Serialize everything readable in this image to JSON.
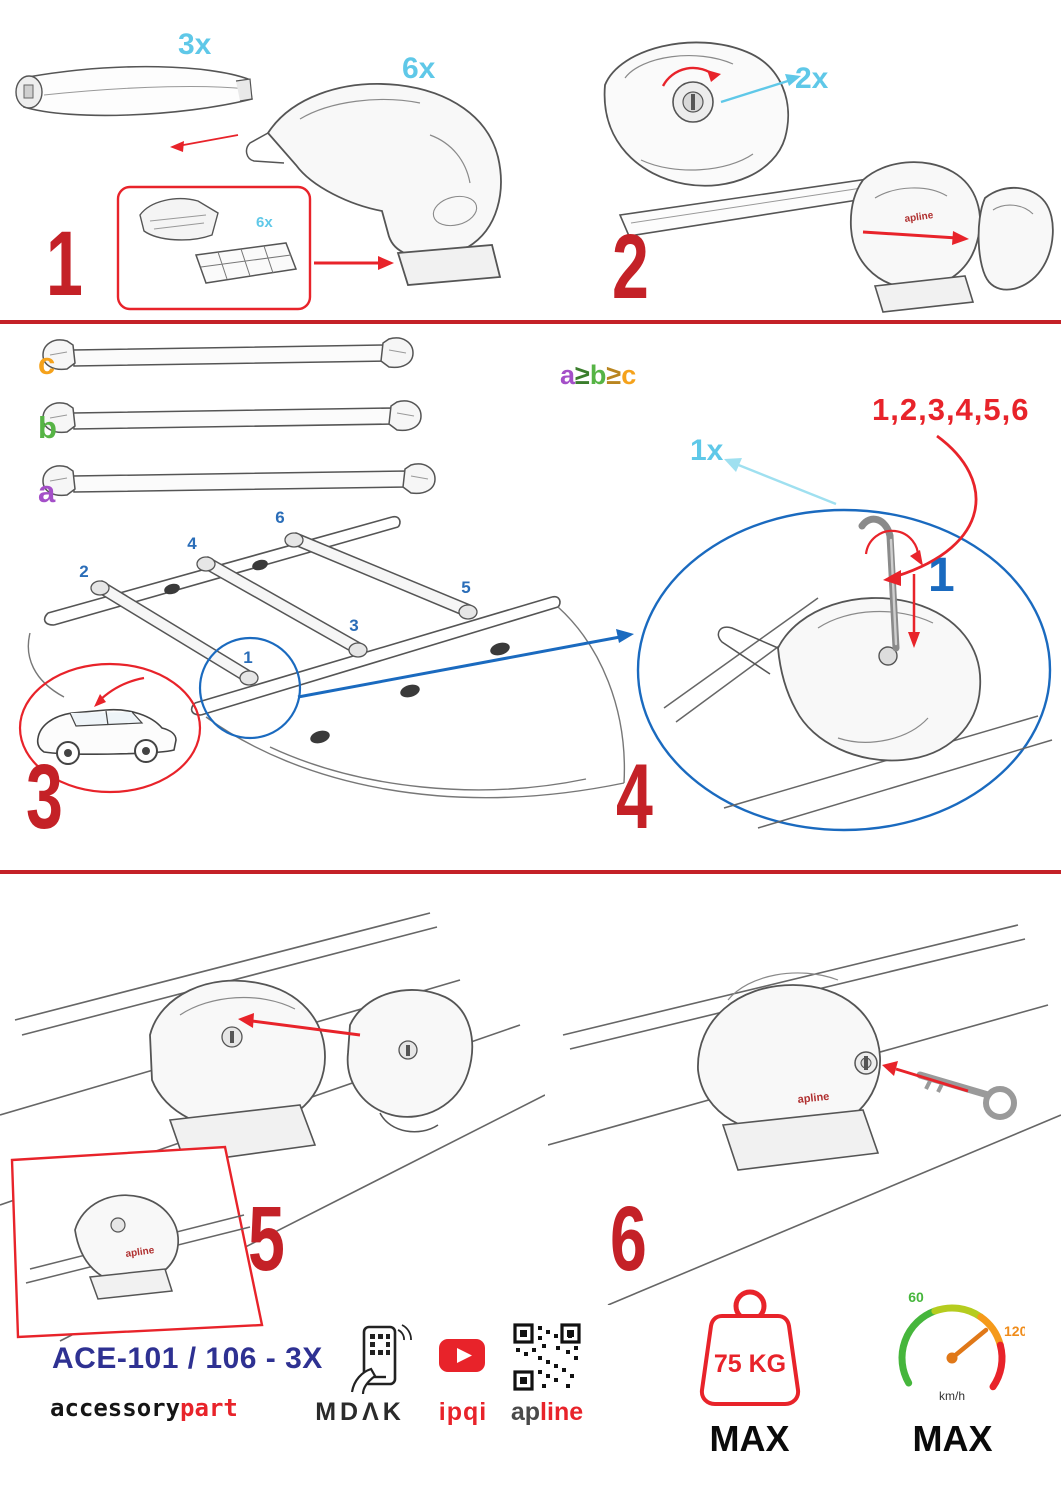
{
  "colors": {
    "red": "#c42127",
    "bright_red": "#e8232a",
    "cyan": "#5fc8e8",
    "blue": "#1a6abf",
    "purple": "#a44fc8",
    "green": "#56b445",
    "orange": "#f5a21b",
    "navy": "#2e3192"
  },
  "step1": {
    "number": "1",
    "qty_bar": "3x",
    "qty_foot": "6x",
    "qty_pad": "6x"
  },
  "step2": {
    "number": "2",
    "qty_lock": "2x"
  },
  "step3": {
    "number": "3",
    "bar_labels": {
      "c": "c",
      "b": "b",
      "a": "a"
    },
    "rule": {
      "a": "a",
      "ge1": "≥",
      "b": "b",
      "ge2": "≥",
      "c": "c"
    },
    "positions": [
      "1",
      "2",
      "3",
      "4",
      "5",
      "6"
    ]
  },
  "step4": {
    "number": "4",
    "qty_key": "1x",
    "sequence": "1,2,3,4,5,6",
    "first": "1"
  },
  "step5": {
    "number": "5"
  },
  "step6": {
    "number": "6"
  },
  "brand": {
    "foot_logo": "apline"
  },
  "footer": {
    "part_number": "ACE-101 / 106 - 3X",
    "brand_black": "accessory",
    "brand_red": "part",
    "mdak": "MDΛK",
    "ipqi": "ipqi",
    "apline_ap": "ap",
    "apline_line": "line",
    "weight_value": "75 KG",
    "weight_max": "MAX",
    "speed_low": "60",
    "speed_high": "120",
    "speed_unit": "km/h",
    "speed_max": "MAX"
  }
}
